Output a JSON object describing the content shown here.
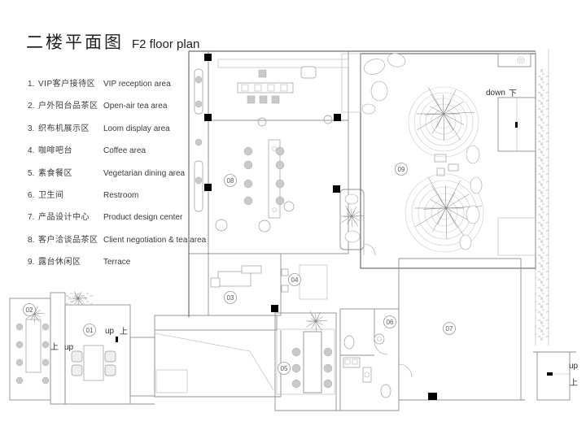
{
  "title": {
    "zh": "二楼平面图",
    "en": "F2 floor plan"
  },
  "legend": {
    "items": [
      {
        "num": "1.",
        "zh": "VIP客户接待区",
        "en": "VIP reception area"
      },
      {
        "num": "2.",
        "zh": "户外阳台品茶区",
        "en": "Open-air tea area"
      },
      {
        "num": "3.",
        "zh": "织布机展示区",
        "en": "Loom display area"
      },
      {
        "num": "4.",
        "zh": "咖啡吧台",
        "en": "Coffee area"
      },
      {
        "num": "5.",
        "zh": "素食餐区",
        "en": "Vegetarian dining area"
      },
      {
        "num": "6.",
        "zh": "卫生间",
        "en": "Restroom"
      },
      {
        "num": "7.",
        "zh": "产品设计中心",
        "en": "Product design center"
      },
      {
        "num": "8.",
        "zh": "客户洽谈品茶区",
        "en": "Client negotiation & tea area"
      },
      {
        "num": "9.",
        "zh": "露台休闲区",
        "en": "Terrace"
      }
    ]
  },
  "plan": {
    "area_markers": [
      {
        "num": "01"
      },
      {
        "num": "02"
      },
      {
        "num": "03"
      },
      {
        "num": "04"
      },
      {
        "num": "05"
      },
      {
        "num": "06"
      },
      {
        "num": "07"
      },
      {
        "num": "08"
      },
      {
        "num": "09"
      }
    ],
    "direction_labels": {
      "up_en": "up",
      "up_zh": "上",
      "down_en": "down",
      "down_zh": "下"
    }
  },
  "colors": {
    "background": "#ffffff",
    "wall_line": "#8f8f8f",
    "hatch_line": "#d4d4d4",
    "column": "#000000",
    "text": "#3a3a3a"
  }
}
